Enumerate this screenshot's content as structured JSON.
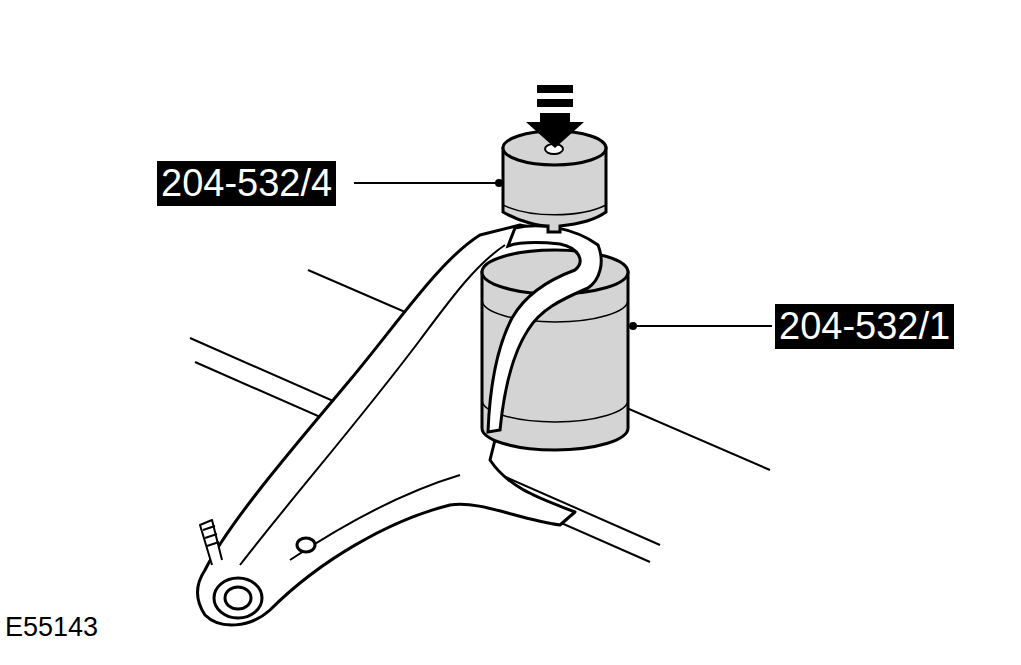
{
  "diagram": {
    "nodes": [
      {
        "text": [
          "204-532/4"
        ]
      },
      {
        "text": [
          "204-532/1"
        ]
      }
    ],
    "labels": [
      "E55143"
    ]
  }
}
